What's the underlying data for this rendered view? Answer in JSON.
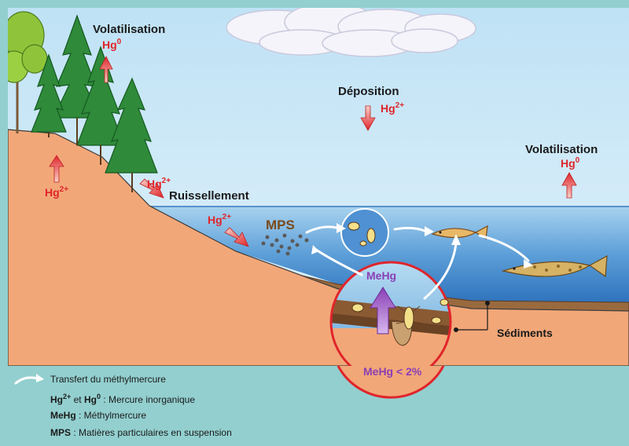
{
  "labels": {
    "volatilisation_left": "Volatilisation",
    "volatilisation_right": "Volatilisation",
    "deposition": "Déposition",
    "ruissellement": "Ruissellement",
    "mps": "MPS",
    "sediments": "Sédiments",
    "mehg": "MeHg",
    "mehg_pct": "MeHg < 2%",
    "hg0": "Hg",
    "hg0_sup": "0",
    "hg2": "Hg",
    "hg2_sup": "2+"
  },
  "legend": {
    "transfer": "Transfert du méthylmercure",
    "hg_a": "Hg",
    "hg_a_sup": "2+",
    "hg_and": " et ",
    "hg_b": "Hg",
    "hg_b_sup": "0",
    "hg_desc": " : Mercure inorganique",
    "mehg_term": "MeHg",
    "mehg_desc": " : Méthylmercure",
    "mps_term": "MPS",
    "mps_desc": " : Matières particulaires en suspension"
  },
  "colors": {
    "sky": "#cfe9f7",
    "water": "#4a8fd0",
    "ground": "#f2a778",
    "mercury_red": "#e0252b",
    "mehg_purple": "#8a3fb5",
    "circle_border": "#e0252b",
    "background": "#93cfcf"
  }
}
